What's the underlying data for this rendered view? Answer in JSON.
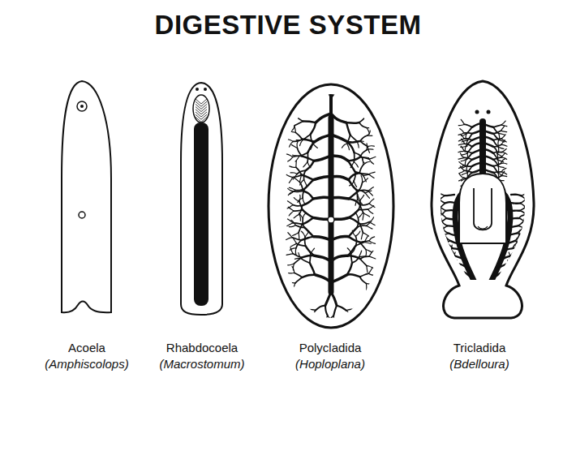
{
  "diagram": {
    "title": "DIGESTIVE SYSTEM",
    "labels": [
      "Acoela",
      "(Amphiscolops)",
      "Rhabdocoela",
      "(Macrostomum)",
      "Polycladida",
      "(Hoploplana)",
      "Tricladida",
      "(Bdelloura)"
    ]
  }
}
